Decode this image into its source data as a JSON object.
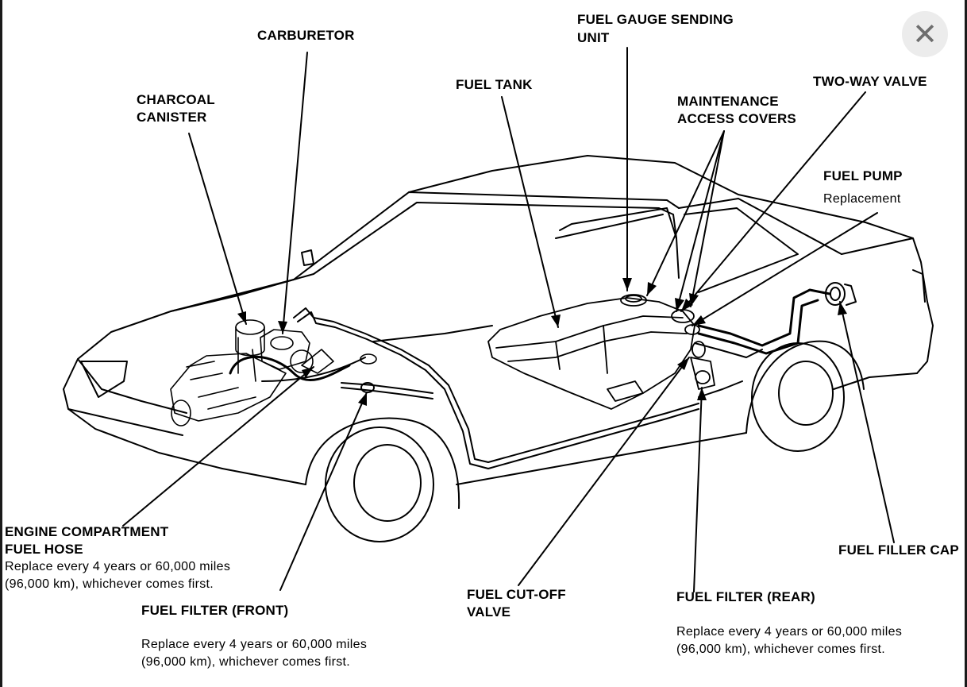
{
  "close": {
    "glyph": "✕"
  },
  "labels": {
    "carburetor": "CARBURETOR",
    "charcoal_canister_1": "CHARCOAL",
    "charcoal_canister_2": "CANISTER",
    "fuel_tank": "FUEL TANK",
    "fuel_gauge_1": "FUEL GAUGE SENDING",
    "fuel_gauge_2": "UNIT",
    "maintenance_1": "MAINTENANCE",
    "maintenance_2": "ACCESS COVERS",
    "two_way_valve": "TWO-WAY VALVE",
    "fuel_pump": "FUEL PUMP",
    "fuel_pump_note": "Replacement",
    "engine_hose_1": "ENGINE COMPARTMENT",
    "engine_hose_2": "FUEL HOSE",
    "engine_hose_note_1": "Replace every 4 years or 60,000 miles",
    "engine_hose_note_2": "(96,000 km), whichever comes first.",
    "filter_front": "FUEL FILTER (FRONT)",
    "filter_front_note_1": "Replace every 4 years or 60,000 miles",
    "filter_front_note_2": "(96,000 km), whichever comes first.",
    "cutoff_1": "FUEL CUT-OFF",
    "cutoff_2": "VALVE",
    "filter_rear": "FUEL FILTER (REAR)",
    "filter_rear_note_1": "Replace every 4 years or 60,000 miles",
    "filter_rear_note_2": "(96,000 km), whichever comes first.",
    "filler_cap": "FUEL FILLER CAP"
  }
}
